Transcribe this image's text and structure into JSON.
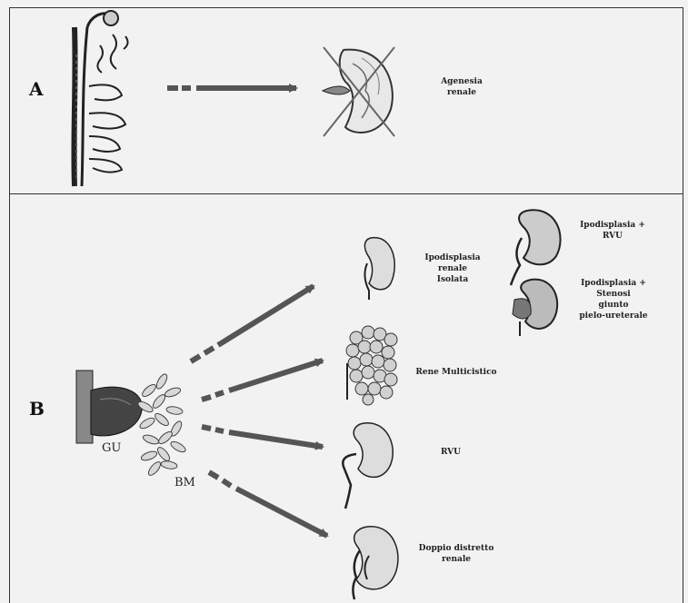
{
  "panel_a": {
    "letter": "A",
    "label_line1": "Agenesia",
    "label_line2": "renale"
  },
  "panel_b": {
    "letter": "B",
    "gu_label": "GU",
    "bm_label": "BM",
    "ipodisplasia_isolata": [
      "Ipodisplasia",
      "renale",
      "Isolata"
    ],
    "ipodisplasia_rvu": [
      "Ipodisplasia +",
      "RVU"
    ],
    "ipodisplasia_stenosi": [
      "Ipodisplasia +",
      "Stenosi",
      "giunto",
      "pielo-ureterale"
    ],
    "rene_multicistico": "Rene Multicistico",
    "rvu": "RVU",
    "doppio_distretto": [
      "Doppio distretto",
      "renale"
    ]
  },
  "colors": {
    "arrow": "#555555",
    "line": "#333333",
    "background": "#f2f2f2"
  }
}
